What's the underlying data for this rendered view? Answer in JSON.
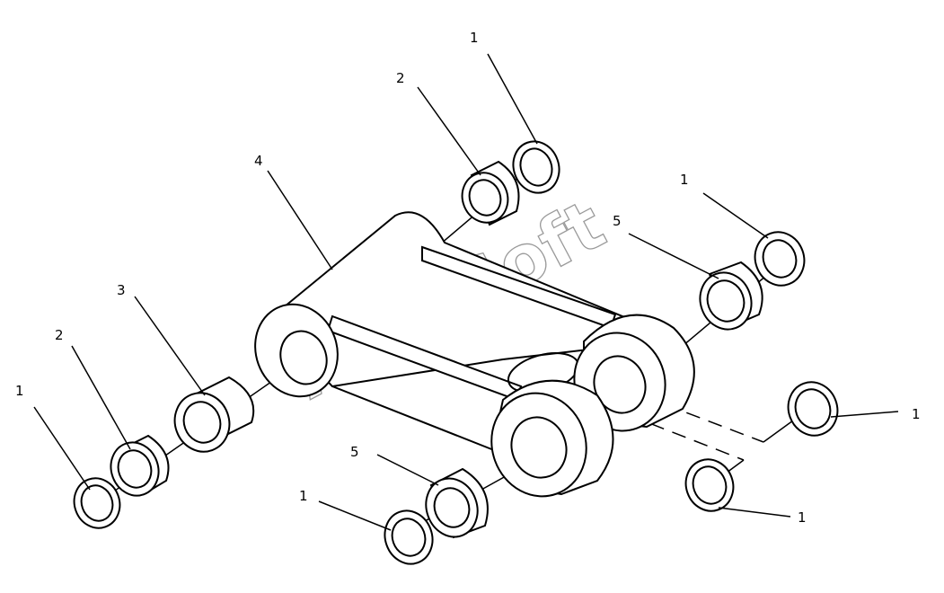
{
  "watermark": "AutoSoft",
  "labels": {
    "l1_left": "1",
    "l2_left": "2",
    "l3": "3",
    "l4": "4",
    "l2_top": "2",
    "l1_top": "1",
    "l5_top": "5",
    "l1_right_top": "1",
    "l1_right_mid": "1",
    "l1_right_bot": "1",
    "l5_bot": "5",
    "l1_bot": "1"
  }
}
